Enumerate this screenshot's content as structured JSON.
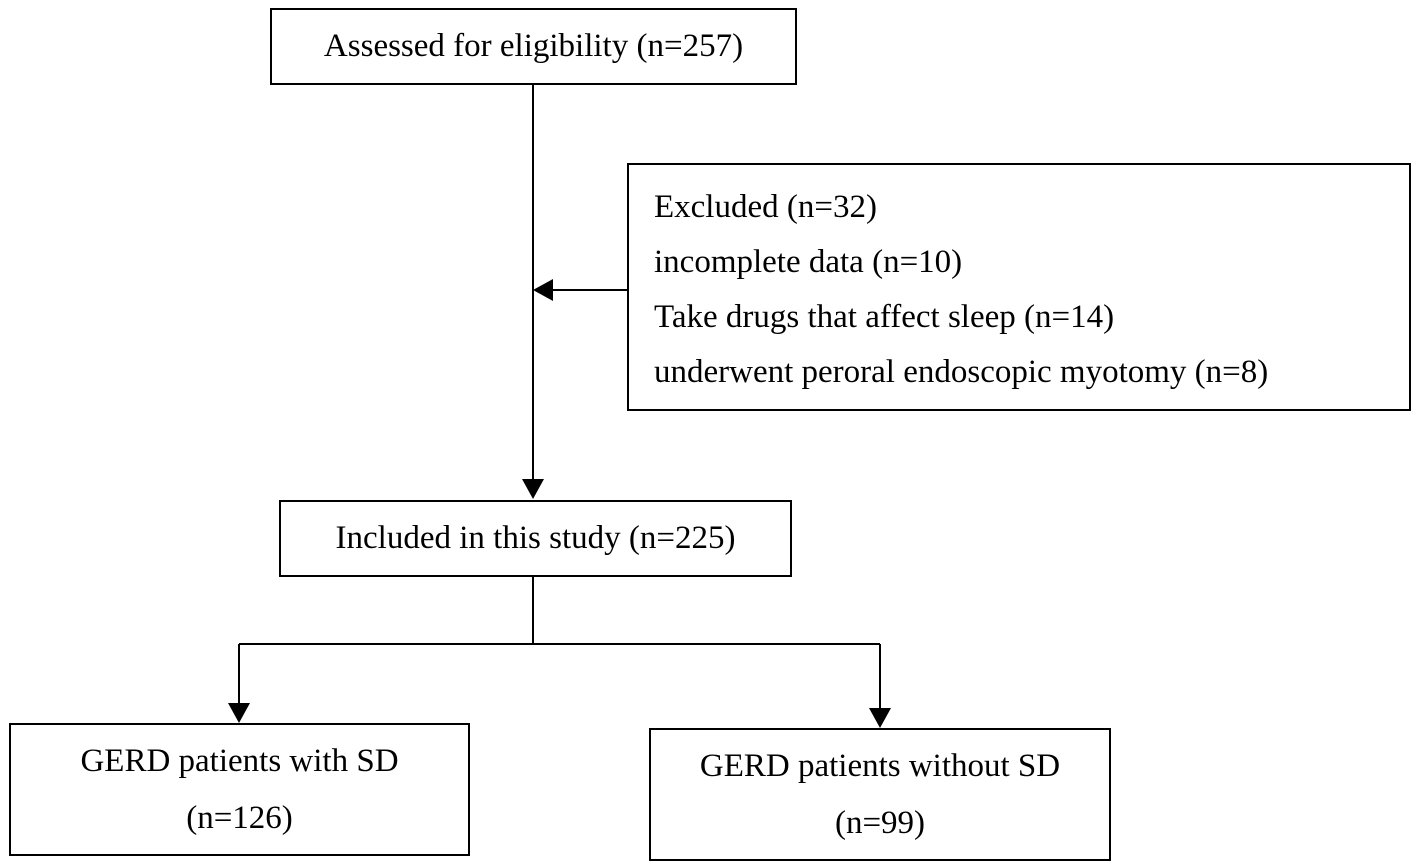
{
  "flowchart": {
    "assessed": "Assessed for eligibility (n=257)",
    "excluded": {
      "title": "Excluded (n=32)",
      "reasons": [
        "incomplete data (n=10)",
        "Take drugs that affect sleep (n=14)",
        "underwent peroral endoscopic myotomy (n=8)"
      ]
    },
    "included": "Included in this study (n=225)",
    "groups": [
      {
        "label": "GERD patients with SD",
        "count": "(n=126)"
      },
      {
        "label": "GERD patients without SD",
        "count": "(n=99)"
      }
    ]
  },
  "colors": {
    "line": "#000000",
    "box_border": "#000000",
    "background": "#ffffff"
  }
}
